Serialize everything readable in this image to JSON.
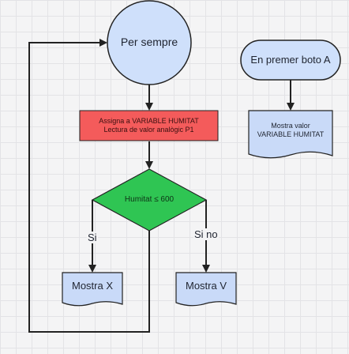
{
  "nodes": {
    "forever": {
      "label": "Per sempre"
    },
    "button_event": {
      "label": "En premer boto A"
    },
    "assign": {
      "label": "Assigna a VARIABLE HUMITAT\nLectura de valor analògic P1"
    },
    "show_value": {
      "label": "Mostra valor\nVARIABLE HUMITAT"
    },
    "decision": {
      "label": "Humitat ≤ 600"
    },
    "show_x": {
      "label": "Mostra X"
    },
    "show_v": {
      "label": "Mostra V"
    }
  },
  "edges": {
    "yes": {
      "label": "Si"
    },
    "no": {
      "label": "Si no"
    }
  },
  "colors": {
    "terminal_fill": "#cfe0fb",
    "process_fill": "#f45b5b",
    "decision_fill": "#2fc553",
    "document_fill": "#c9daf8",
    "stroke": "#222222"
  },
  "icons": {
    "arrowhead": "arrow-head-icon"
  }
}
